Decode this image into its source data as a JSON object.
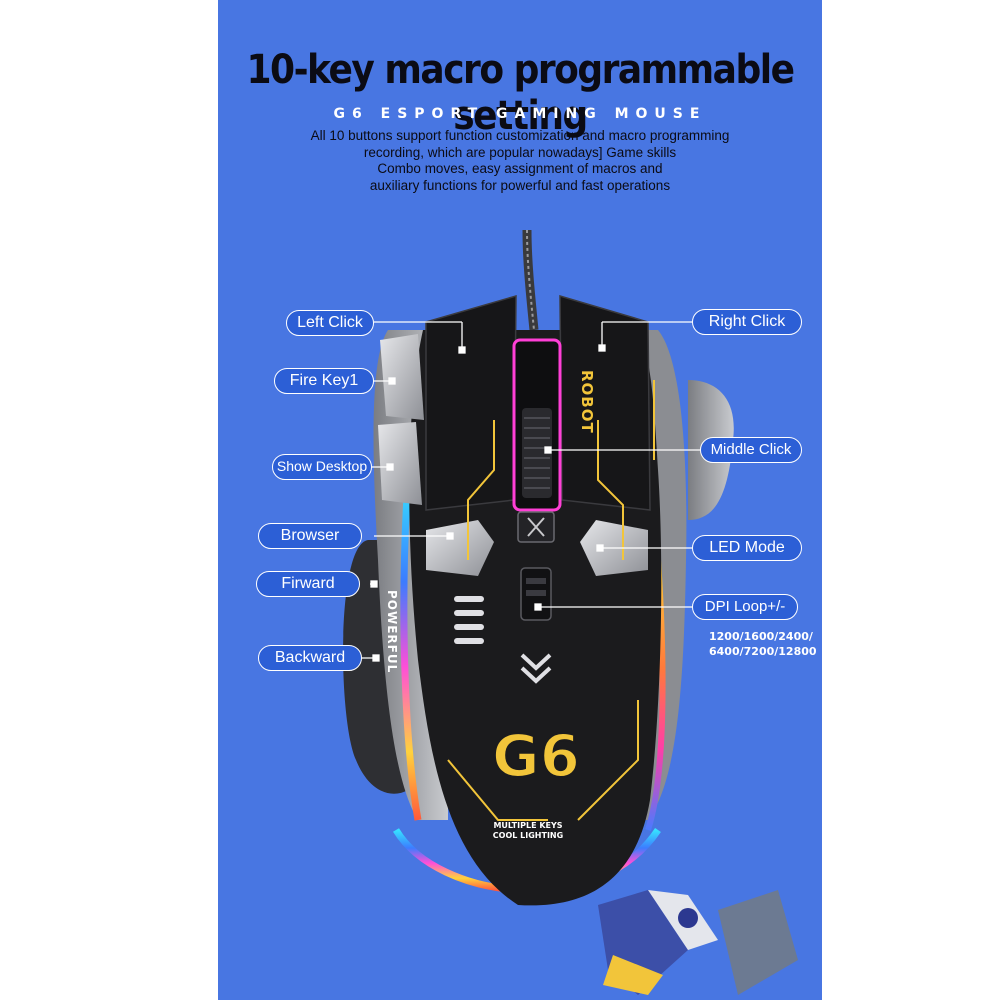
{
  "header": {
    "title": "10-key macro programmable setting",
    "subtitle": "G6 ESPORT GAMING MOUSE",
    "description_lines": [
      "All 10 buttons support function customization and macro programming",
      "recording, which are popular nowadays] Game skills",
      "Combo moves, easy assignment of macros and",
      "auxiliary functions for powerful and fast operations"
    ]
  },
  "callouts": {
    "left_click": "Left Click",
    "fire_key": "Fire Key1",
    "show_desktop": "Show Desktop",
    "browser": "Browser",
    "forward": "Firward",
    "backward": "Backward",
    "right_click": "Right Click",
    "middle_click": "Middle Click",
    "led_mode": "LED Mode",
    "dpi_loop": "DPI Loop+/-"
  },
  "dpi_values": {
    "line1": "1200/1600/2400/",
    "line2": "6400/7200/12800"
  },
  "mouse_printed": {
    "model": "G6",
    "brand_top": "ROBOT",
    "brand_side": "POWERFUL",
    "tagline_line1": "MULTIPLE KEYS",
    "tagline_line2": "COOL LIGHTING"
  },
  "colors": {
    "panel_bg": "#4876e2",
    "callout_bg": "#2c5fd6",
    "accent_yellow": "#f2c53a",
    "mouse_body": "#1b1b1d"
  }
}
